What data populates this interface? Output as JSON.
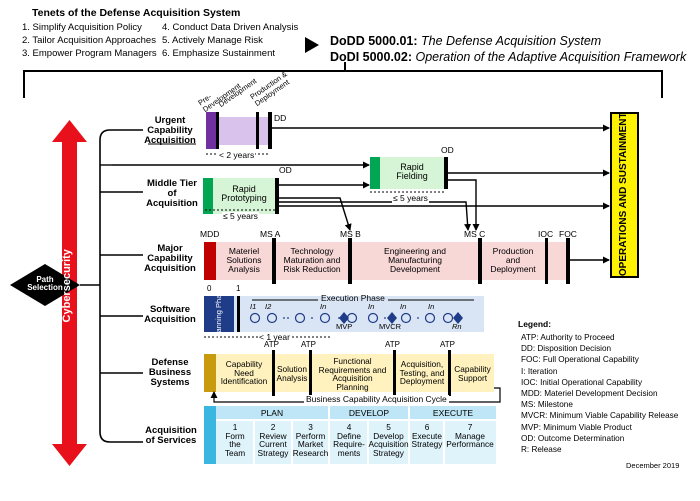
{
  "tenets": {
    "title": "Tenets of the Defense Acquisition System",
    "items": [
      "1. Simplify Acquisition Policy",
      "2. Tailor Acquisition Approaches",
      "3. Empower Program Managers",
      "4. Conduct Data Driven Analysis",
      "5. Actively Manage Risk",
      "6. Emphasize Sustainment"
    ]
  },
  "policy": {
    "dodd_number": "DoDD 5000.01:",
    "dodd_title": "The Defense Acquisition System",
    "dodi_number": "DoDI 5000.02:",
    "dodi_title": "Operation of the Adaptive Acquisition Framework"
  },
  "left": {
    "cyber": "Cybersecurity",
    "path_selection": [
      "Path",
      "Selection"
    ]
  },
  "ops_label": "OPERATIONS AND SUSTAINMENT",
  "paths": {
    "urgent": {
      "label": [
        "Urgent",
        "Capability",
        "Acquisition"
      ],
      "phases": [
        "Pre-",
        "Development",
        "Development",
        "Production &",
        "Deployment"
      ],
      "dd": "DD",
      "duration": "< 2 years"
    },
    "middle": {
      "label": [
        "Middle Tier",
        "of",
        "Acquisition"
      ],
      "od1": "OD",
      "od2": "OD",
      "rapid_prototyping": [
        "Rapid",
        "Prototyping"
      ],
      "rapid_fielding": [
        "Rapid",
        "Fielding"
      ],
      "dur1": "≤ 5 years",
      "dur2": "≤ 5 years"
    },
    "major": {
      "label": [
        "Major",
        "Capability",
        "Acquisition"
      ],
      "milestones": [
        "MDD",
        "MS A",
        "MS B",
        "MS C",
        "IOC",
        "FOC"
      ],
      "phases": [
        [
          "Materiel",
          "Solutions",
          "Analysis"
        ],
        [
          "Technology",
          "Maturation and",
          "Risk Reduction"
        ],
        [
          "Engineering and",
          "Manufacturing",
          "Development"
        ],
        [
          "Production",
          "and",
          "Deployment"
        ]
      ]
    },
    "software": {
      "label": [
        "Software",
        "Acquisition"
      ],
      "markers": [
        "0",
        "1"
      ],
      "planning": "Planning Phase",
      "exec_phase": "Execution Phase",
      "iterations": [
        "I1",
        "I2",
        "In",
        "In",
        "In",
        "In"
      ],
      "mvp": "MVP",
      "mvcr": "MVCR",
      "rn": "Rn",
      "duration": "< 1 year"
    },
    "dbs": {
      "label": [
        "Defense",
        "Business",
        "Systems"
      ],
      "atp": "ATP",
      "phases": [
        [
          "Capability",
          "Need",
          "Identification"
        ],
        [
          "Solution",
          "Analysis"
        ],
        [
          "Functional",
          "Requirements and",
          "Acquisition",
          "Planning"
        ],
        [
          "Acquisition,",
          "Testing, and",
          "Deployment"
        ],
        [
          "Capability",
          "Support"
        ]
      ],
      "cycle": "Business Capability Acquisition Cycle"
    },
    "services": {
      "label": [
        "Acquisition",
        "of Services"
      ],
      "groups": [
        "PLAN",
        "DEVELOP",
        "EXECUTE"
      ],
      "steps": [
        {
          "num": "1",
          "lines": [
            "Form",
            "the",
            "Team"
          ]
        },
        {
          "num": "2",
          "lines": [
            "Review",
            "Current",
            "Strategy"
          ]
        },
        {
          "num": "3",
          "lines": [
            "Perform",
            "Market",
            "Research"
          ]
        },
        {
          "num": "4",
          "lines": [
            "Define",
            "Require-",
            "ments"
          ]
        },
        {
          "num": "5",
          "lines": [
            "Develop",
            "Acquisition",
            "Strategy"
          ]
        },
        {
          "num": "6",
          "lines": [
            "Execute",
            "Strategy"
          ]
        },
        {
          "num": "7",
          "lines": [
            "Manage",
            "Performance"
          ]
        }
      ]
    }
  },
  "legend": {
    "title": "Legend:",
    "items": [
      "ATP: Authority to Proceed",
      "DD: Disposition Decision",
      "FOC: Full Operational Capability",
      "I: Iteration",
      "IOC: Initial Operational Capability",
      "MDD: Materiel Development Decision",
      "MS: Milestone",
      "MVCR: Minimum Viable Capability Release",
      "MVP: Minimum Viable Product",
      "OD: Outcome Determination",
      "R: Release"
    ]
  },
  "date": "December 2019",
  "colors": {
    "ops_yellow": "#fff200",
    "purple": "#7030a0",
    "lavender": "#d9c2ec",
    "green": "#00a651",
    "light_green": "#d6f5d6",
    "red": "#c00000",
    "pink": "#f8d7d7",
    "navy": "#1f3c88",
    "light_blue": "#d9e4f5",
    "gold": "#c89b0e",
    "light_yellow": "#fff2bf",
    "cyan": "#3ab6e0",
    "pale_cyan": "#dff3fb"
  }
}
